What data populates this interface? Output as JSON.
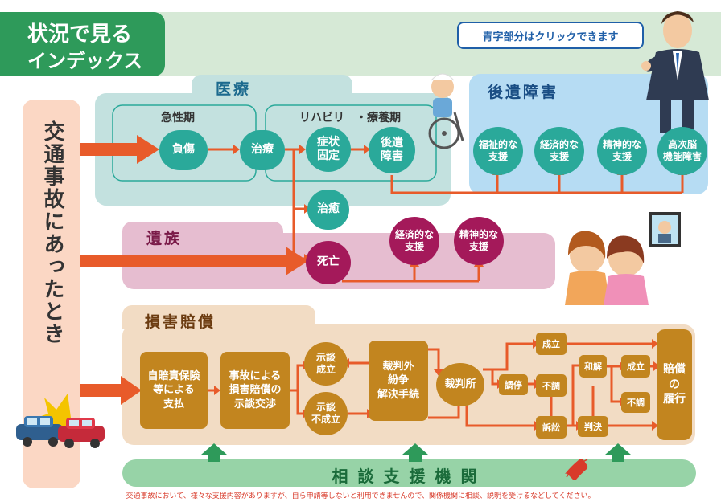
{
  "header": {
    "line1": "状況で見る",
    "line2": "インデックス",
    "note": "青字部分はクリックできます"
  },
  "left_banner": {
    "text": "交通事故にあったとき"
  },
  "medical": {
    "title": "医療",
    "acute_label": "急性期",
    "rehab_label": "リハビリ　・療養期",
    "injury": "負傷",
    "treatment": "治療",
    "fixed": "症状\n固定",
    "aftereffect": "後遺\n障害",
    "cured": "治癒"
  },
  "aftereffect_support": {
    "title": "後遺障害",
    "items": [
      "福祉的な\n支援",
      "経済的な\n支援",
      "精神的な\n支援",
      "高次脳\n機能障害"
    ]
  },
  "bereaved": {
    "title": "遺族",
    "death": "死亡",
    "items": [
      "経済的な\n支援",
      "精神的な\n支援"
    ]
  },
  "compensation": {
    "title": "損害賠償",
    "insurance": "自賠責保険\n等による\n支払",
    "negotiation": "事故による\n損害賠償の\n示談交渉",
    "settled": "示談\n成立",
    "not_settled": "示談\n不成立",
    "adr": "裁判外\n紛争\n解決手続",
    "court": "裁判所",
    "success1": "成立",
    "mediation": "調停",
    "fail1": "不調",
    "lawsuit": "訴訟",
    "reconcile": "和解",
    "judgment": "判決",
    "success2": "成立",
    "fail2": "不調",
    "payment": "賠償\nの\n履行"
  },
  "consult": {
    "title": "相談支援機関"
  },
  "footer": {
    "text": "交通事故において、様々な支援内容がありますが、自ら申請等しないと利用できませんので、関係機関に相談、説明を受けるなどしてください。"
  },
  "colors": {
    "teal": "#2aa99a",
    "blue_circle": "#2e97d1",
    "maroon": "#a4195a",
    "gold": "#c2851f",
    "arrow": "#e85b2a",
    "green": "#2e9a5a"
  }
}
